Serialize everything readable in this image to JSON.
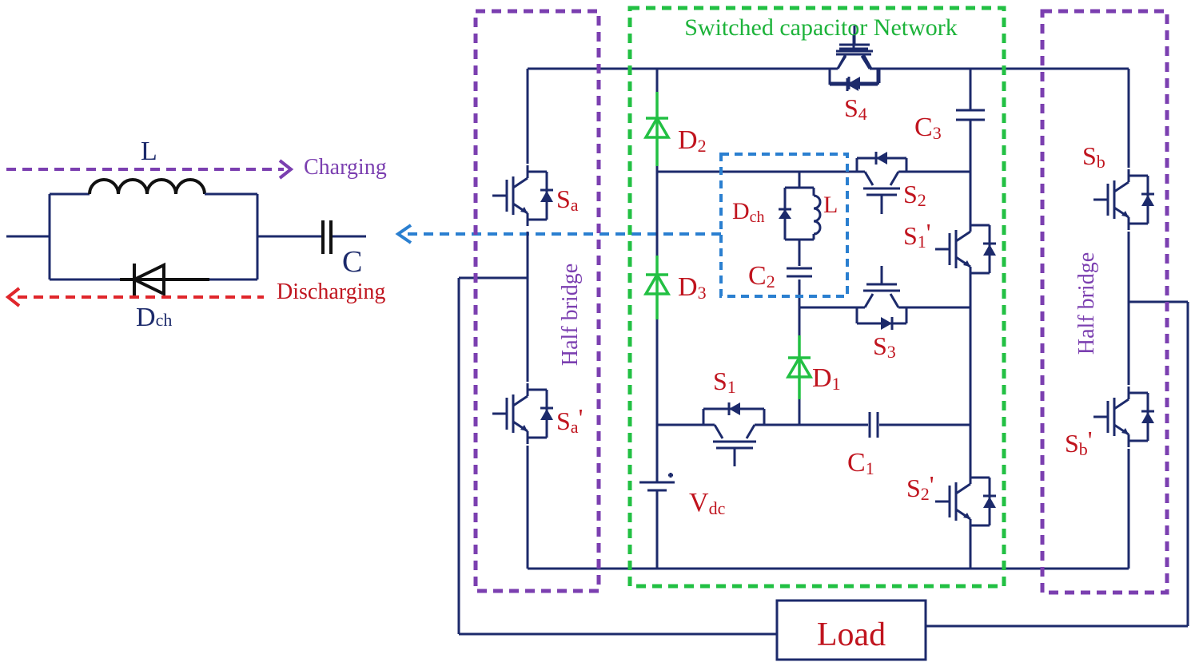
{
  "inset": {
    "inductor_label": "L",
    "capacitor_label": "C",
    "diode_label": "D",
    "diode_sub": "ch",
    "charging_label": "Charging",
    "discharging_label": "Discharging",
    "charging_color": "#7b3fb0",
    "discharging_color": "#e0262b"
  },
  "main": {
    "network_title": "Switched capacitor Network",
    "half_bridge_left": "Half bridge",
    "half_bridge_right": "Half bridge",
    "load_label": "Load",
    "source_label": "V",
    "source_sub": "dc",
    "switches": {
      "s4": {
        "main": "S",
        "sub": "4"
      },
      "s2": {
        "main": "S",
        "sub": "2"
      },
      "s1p": {
        "main": "S",
        "sub": "1",
        "prime": "'"
      },
      "s3": {
        "main": "S",
        "sub": "3"
      },
      "s1": {
        "main": "S",
        "sub": "1"
      },
      "s2p": {
        "main": "S",
        "sub": "2",
        "prime": "'"
      },
      "sa": {
        "main": "S",
        "sub": "a"
      },
      "sap": {
        "main": "S",
        "sub": "a",
        "prime": "'"
      },
      "sb": {
        "main": "S",
        "sub": "b"
      },
      "sbp": {
        "main": "S",
        "sub": "b",
        "prime": "'"
      }
    },
    "diodes": {
      "d1": {
        "main": "D",
        "sub": "1"
      },
      "d2": {
        "main": "D",
        "sub": "2"
      },
      "d3": {
        "main": "D",
        "sub": "3"
      },
      "dch": {
        "main": "D",
        "sub": "ch"
      }
    },
    "capacitors": {
      "c1": {
        "main": "C",
        "sub": "1"
      },
      "c2": {
        "main": "C",
        "sub": "2"
      },
      "c3": {
        "main": "C",
        "sub": "3"
      }
    },
    "inductor_label": "L",
    "colors": {
      "wire": "#1c2a6b",
      "label": "#c0141e",
      "network_box": "#22c043",
      "half_bridge_box": "#7b3fb0",
      "pointer_arrow": "#2a7fd0"
    }
  }
}
